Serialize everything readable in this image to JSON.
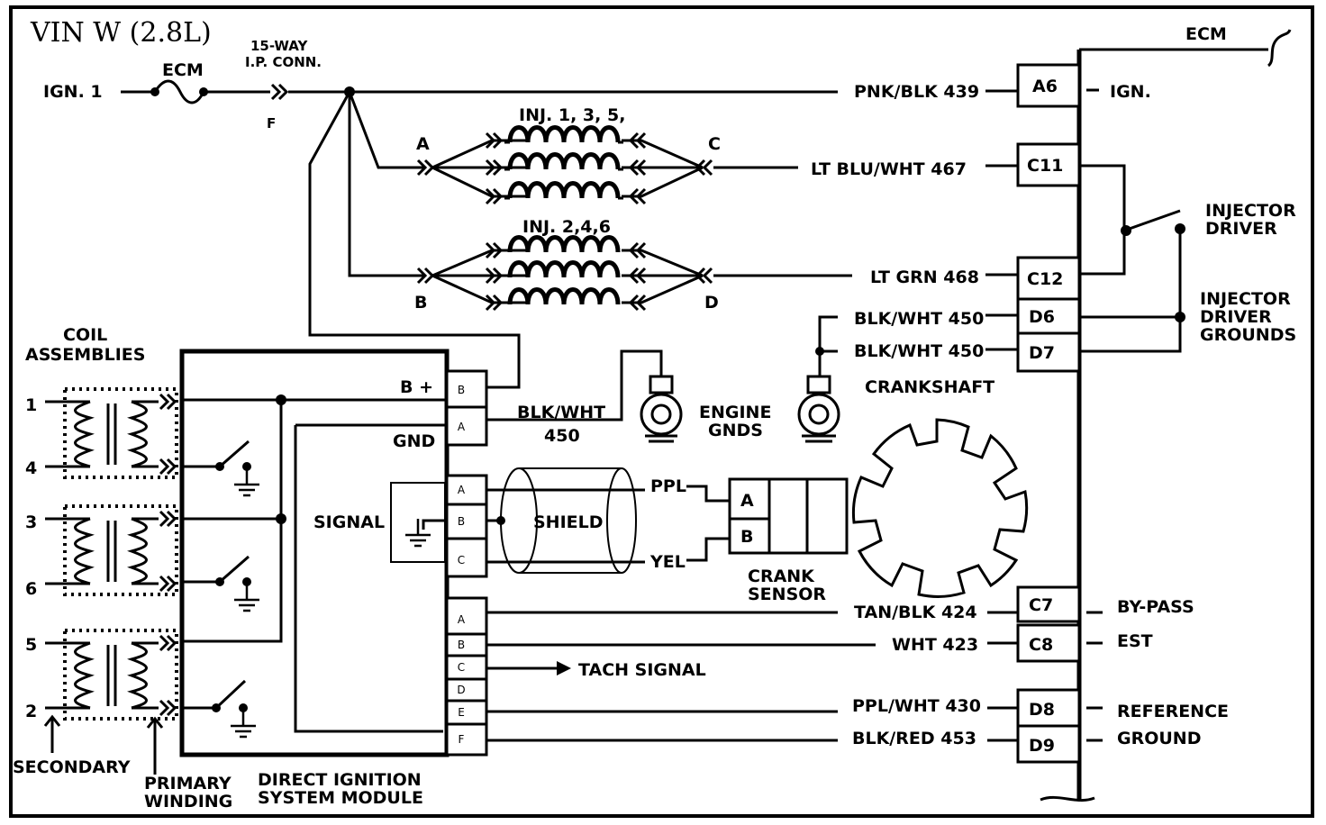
{
  "title": "VIN  W  (2.8L)",
  "ecm_label": "ECM",
  "fuse": {
    "ecm": "ECM",
    "ign": "IGN. 1"
  },
  "connector": {
    "name_line1": "15-WAY",
    "name_line2": "I.P. CONN.",
    "pin": "F"
  },
  "injectors": {
    "bank1": "INJ. 1, 3, 5,",
    "bank2": "INJ. 2,4,6",
    "pin_a": "A",
    "pin_b": "B",
    "pin_c": "C",
    "pin_d": "D"
  },
  "wires": {
    "pnk_blk": "PNK/BLK 439",
    "lt_blu_wht": "LT BLU/WHT 467",
    "lt_grn": "LT GRN 468",
    "blk_wht_1": "BLK/WHT 450",
    "blk_wht_2": "BLK/WHT 450",
    "tan_blk": "TAN/BLK 424",
    "wht": "WHT 423",
    "ppl_wht": "PPL/WHT 430",
    "blk_red": "BLK/RED 453",
    "blk_wht_mod_1": "BLK/WHT",
    "blk_wht_mod_2": "450",
    "ppl": "PPL",
    "yel": "YEL"
  },
  "ecm_pins": [
    "A6",
    "C11",
    "C12",
    "D6",
    "D7",
    "C7",
    "C8",
    "D8",
    "D9"
  ],
  "ecm_functions": {
    "ign": "IGN.",
    "injector_driver_1": "INJECTOR",
    "injector_driver_2": "DRIVER",
    "grounds_1": "INJECTOR",
    "grounds_2": "DRIVER",
    "grounds_3": "GROUNDS",
    "bypass": "BY-PASS",
    "est": "EST",
    "reference": "REFERENCE",
    "ground": "GROUND"
  },
  "coils": {
    "title_1": "COIL",
    "title_2": "ASSEMBLIES",
    "numbers": [
      "1",
      "4",
      "3",
      "6",
      "5",
      "2"
    ],
    "secondary": "SECONDARY",
    "primary_1": "PRIMARY",
    "primary_2": "WINDING"
  },
  "module": {
    "b_plus": "B +",
    "gnd": "GND",
    "signal": "SIGNAL",
    "name_1": "DIRECT IGNITION",
    "name_2": "SYSTEM MODULE",
    "pins_top": [
      "B",
      "A"
    ],
    "pins_sig": [
      "A",
      "B",
      "C"
    ],
    "pins_bot": [
      "A",
      "B",
      "C",
      "D",
      "E",
      "F"
    ]
  },
  "shield": "SHIELD",
  "tach": "TACH SIGNAL",
  "engine_gnds_1": "ENGINE",
  "engine_gnds_2": "GNDS",
  "crankshaft": "CRANKSHAFT",
  "crank_sensor_1": "CRANK",
  "crank_sensor_2": "SENSOR",
  "sensor_pins": [
    "A",
    "B"
  ]
}
